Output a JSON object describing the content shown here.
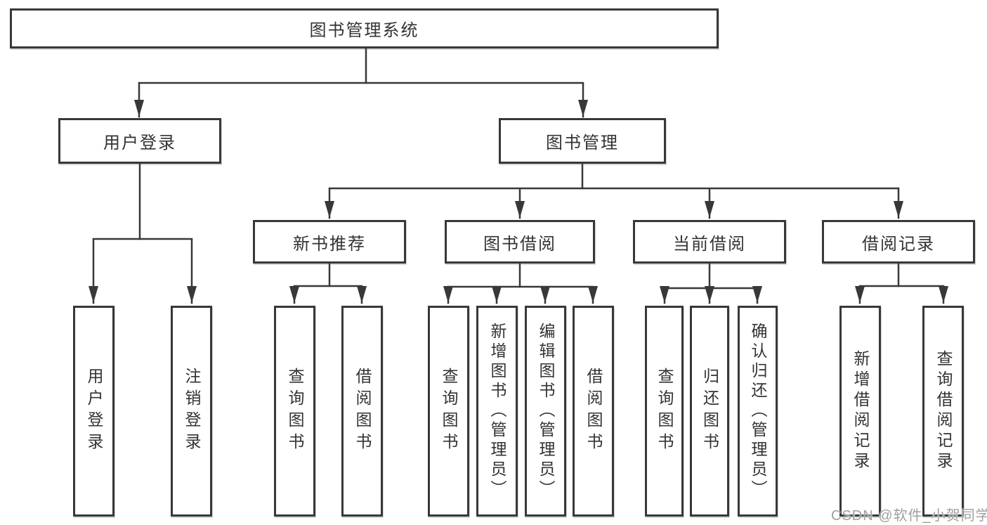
{
  "tree": {
    "label": "图书管理系统",
    "children": [
      {
        "label": "用户登录",
        "children": [
          {
            "label": "用户登录"
          },
          {
            "label": "注销登录"
          }
        ]
      },
      {
        "label": "图书管理",
        "children": [
          {
            "label": "新书推荐",
            "children": [
              {
                "label": "查询图书"
              },
              {
                "label": "借阅图书"
              }
            ]
          },
          {
            "label": "图书借阅",
            "children": [
              {
                "label": "查询图书"
              },
              {
                "label": "新增图书（管理员）"
              },
              {
                "label": "编辑图书（管理员）"
              },
              {
                "label": "借阅图书"
              }
            ]
          },
          {
            "label": "当前借阅",
            "children": [
              {
                "label": "查询图书"
              },
              {
                "label": "归还图书"
              },
              {
                "label": "确认归还（管理员）"
              }
            ]
          },
          {
            "label": "借阅记录",
            "children": [
              {
                "label": "新增借阅记录"
              },
              {
                "label": "查询借阅记录"
              }
            ]
          }
        ]
      }
    ]
  },
  "watermark": {
    "text": "CSDN @软件_小贺同学"
  },
  "colors": {
    "line": "#383838",
    "box_border": "#383838",
    "text": "#333333",
    "watermark_text": "#9e9e9e",
    "background": "#ffffff"
  }
}
